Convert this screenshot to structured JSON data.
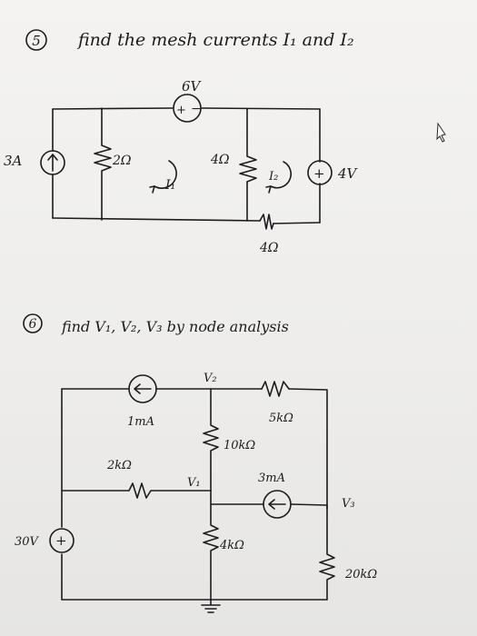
{
  "problem5": {
    "number": "5",
    "instruction": "find the mesh currents I₁ and I₂",
    "labels": {
      "source_6v": "6V",
      "current_source": "3A",
      "r_left": "2Ω",
      "r_mid": "4Ω",
      "r_bottom": "4Ω",
      "source_4v": "4V",
      "mesh1": "I₁",
      "mesh2": "I₂"
    }
  },
  "problem6": {
    "number": "6",
    "instruction": "find V₁, V₂, V₃ by node analysis",
    "labels": {
      "v2": "V₂",
      "v1": "V₁",
      "v3": "V₃",
      "src_1ma": "1mA",
      "r_5k": "5kΩ",
      "r_10k": "10kΩ",
      "r_2k": "2kΩ",
      "src_3ma": "3mA",
      "source_30v": "30V",
      "r_4k": "4kΩ",
      "r_20k": "20kΩ"
    }
  }
}
